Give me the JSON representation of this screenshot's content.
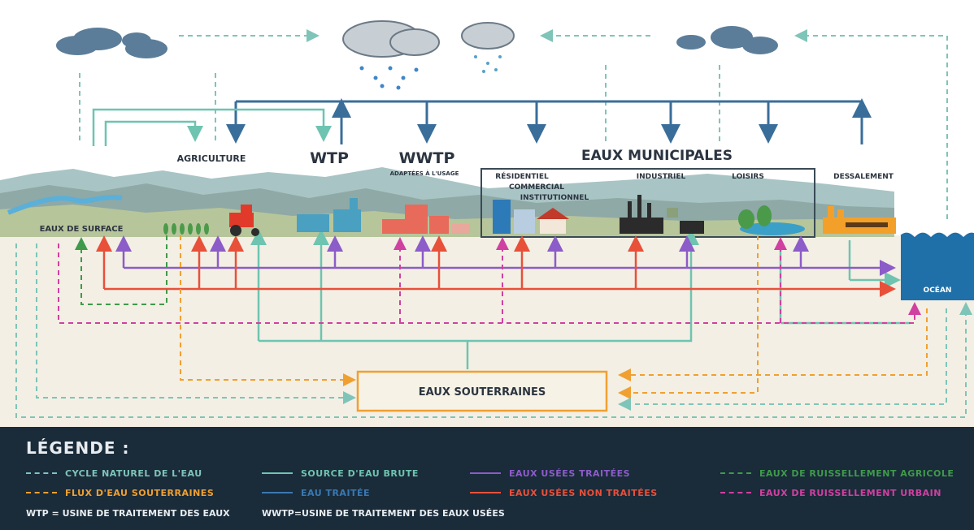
{
  "labels": {
    "agriculture": "AGRICULTURE",
    "wtp": "WTP",
    "wwtp": "WWTP",
    "wwtp_sub": "ADAPTÉES À L'USAGE",
    "municipal": "EAUX MUNICIPALES",
    "residential": "RÉSIDENTIEL",
    "commercial": "COMMERCIAL",
    "institutional": "INSTITUTIONNEL",
    "industrial": "INDUSTRIEL",
    "leisure": "LOISIRS",
    "desalination": "DESSALEMENT",
    "surface_water": "EAUX DE SURFACE",
    "ocean": "OCÉAN",
    "groundwater": "EAUX SOUTERRAINES"
  },
  "legend": {
    "title": "LÉGENDE :",
    "items": [
      {
        "label": "CYCLE NATUREL DE L'EAU",
        "color": "#7fc4b8",
        "style": "dashed"
      },
      {
        "label": "SOURCE D'EAU BRUTE",
        "color": "#6ec4b0",
        "style": "solid"
      },
      {
        "label": "EAUX USÉES TRAITÉES",
        "color": "#8c5cc8",
        "style": "solid"
      },
      {
        "label": "EAUX DE RUISSELLEMENT AGRICOLE",
        "color": "#3f9a4a",
        "style": "dashed"
      },
      {
        "label": "FLUX D'EAU SOUTERRAINES",
        "color": "#f0a030",
        "style": "dashed"
      },
      {
        "label": "EAU TRAITÉE",
        "color": "#3a78b0",
        "style": "solid"
      },
      {
        "label": "EAUX USÉES NON TRAITÉES",
        "color": "#e8503a",
        "style": "solid"
      },
      {
        "label": "EAUX DE RUISSELLEMENT URBAIN",
        "color": "#d040a0",
        "style": "dashed"
      }
    ],
    "notes": [
      "WTP = USINE DE TRAITEMENT DES EAUX",
      "WWTP=USINE DE TRAITEMENT DES EAUX USÉES"
    ]
  }
}
